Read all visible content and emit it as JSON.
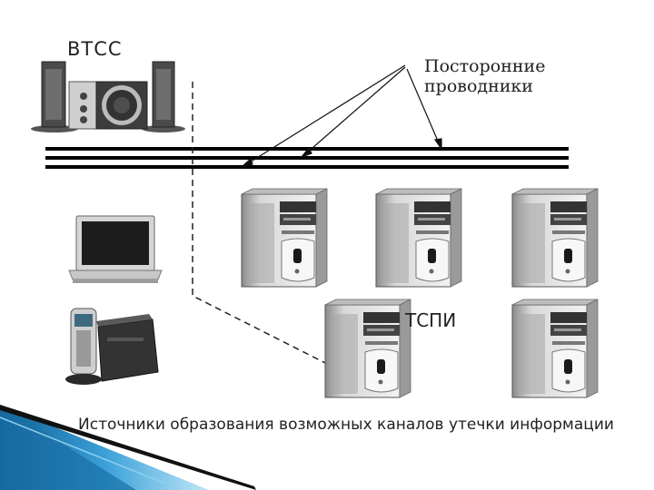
{
  "labels": {
    "btss": "ВТСС",
    "foreign_conductors": "Посторонние проводники",
    "tspi": "ТСПИ",
    "caption": "Источники образования возможных каналов утечки информации"
  },
  "colors": {
    "line": "#000000",
    "accent_blue": "#2a7fb5",
    "accent_light": "#8fd0ec",
    "device_gray": "#c9c9c9",
    "device_dark": "#3a3a3a"
  },
  "icons": [
    "speakers-subwoofer-icon",
    "laptop-icon",
    "phone-fax-icon",
    "system-unit-icon"
  ]
}
